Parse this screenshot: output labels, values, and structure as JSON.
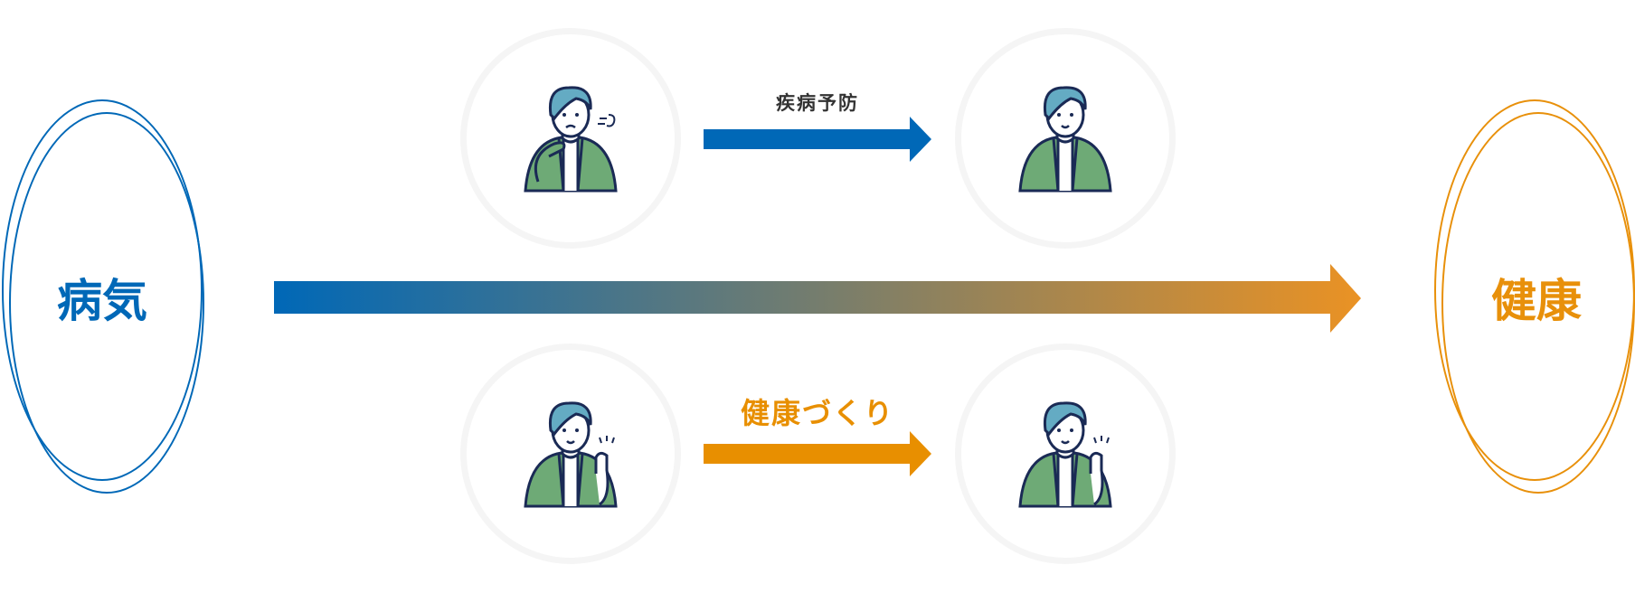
{
  "start": {
    "label": "病気",
    "color": "#0068b7"
  },
  "end": {
    "label": "健康",
    "color": "#e8900a"
  },
  "main_arrow": {
    "from_color": "#0068b7",
    "to_color": "#e8900a"
  },
  "top_path": {
    "label": "疾病予防",
    "arrow_color": "#0068b7",
    "from_figure": "sighing-man-icon",
    "to_figure": "neutral-man-icon"
  },
  "bottom_path": {
    "label": "健康づくり",
    "arrow_color": "#e88f00",
    "from_figure": "motivated-man-icon",
    "to_figure": "motivated-man-icon"
  }
}
